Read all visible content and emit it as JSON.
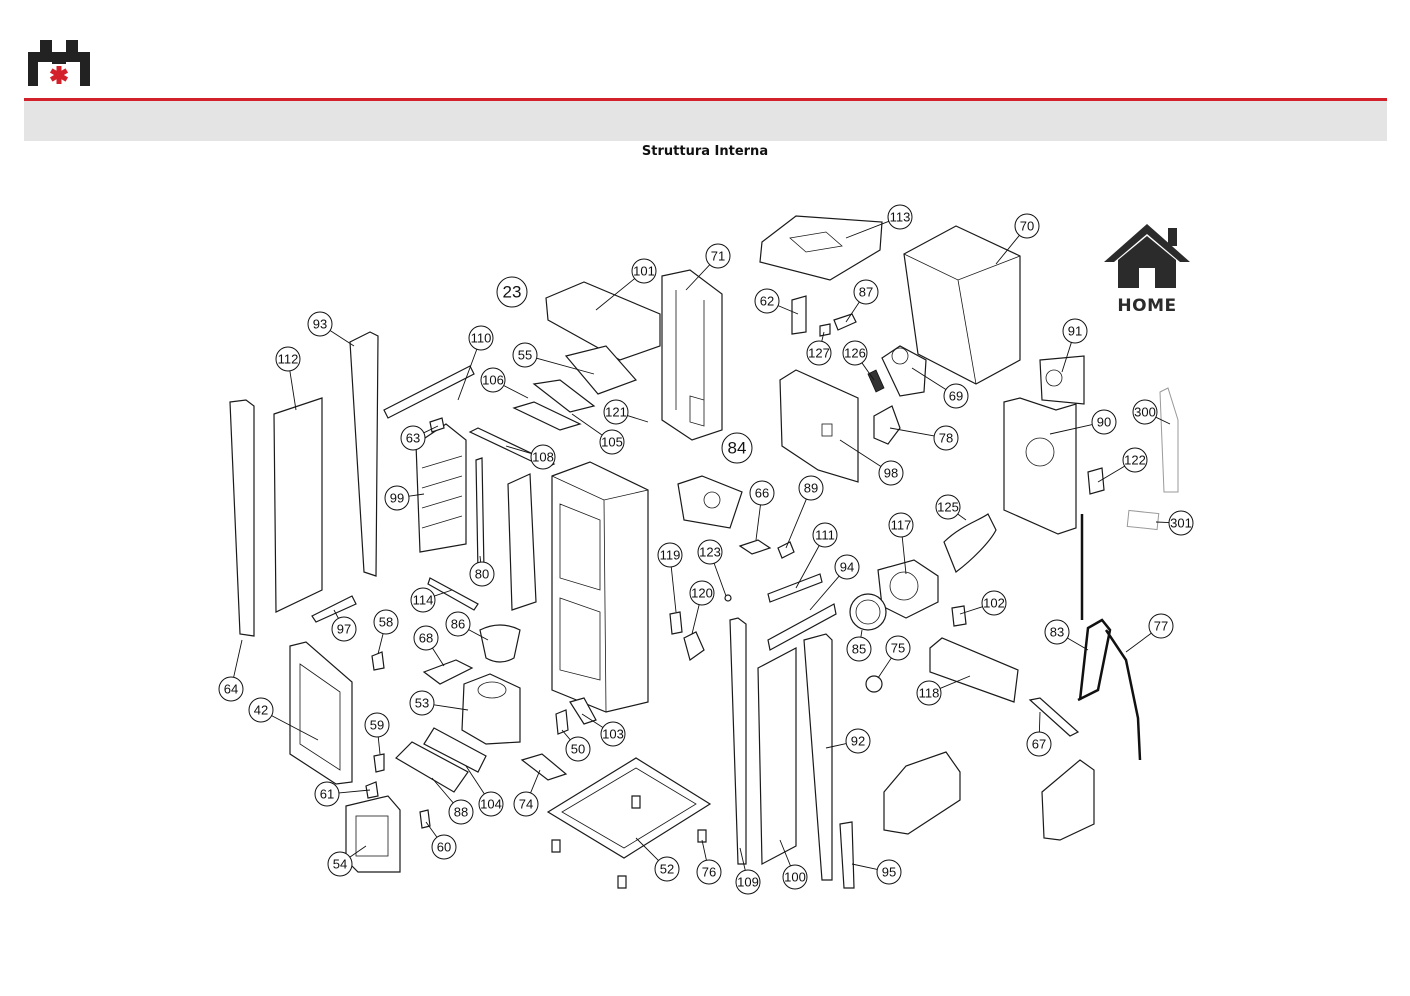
{
  "header": {
    "title": "Struttura Interna",
    "brand_color": "#d3212b",
    "bar_color": "#e4e4e4"
  },
  "home_button": {
    "label": "HOME",
    "icon": "home-icon"
  },
  "callouts": [
    "23",
    "84",
    "101",
    "71",
    "113",
    "70",
    "93",
    "112",
    "110",
    "55",
    "106",
    "105",
    "121",
    "62",
    "87",
    "127",
    "126",
    "69",
    "91",
    "63",
    "108",
    "99",
    "98",
    "78",
    "90",
    "300",
    "122",
    "301",
    "80",
    "66",
    "89",
    "119",
    "123",
    "111",
    "117",
    "125",
    "114",
    "120",
    "94",
    "97",
    "58",
    "86",
    "68",
    "102",
    "85",
    "75",
    "83",
    "77",
    "64",
    "42",
    "53",
    "59",
    "103",
    "50",
    "118",
    "67",
    "92",
    "61",
    "88",
    "104",
    "74",
    "60",
    "54",
    "52",
    "76",
    "109",
    "100",
    "95"
  ]
}
